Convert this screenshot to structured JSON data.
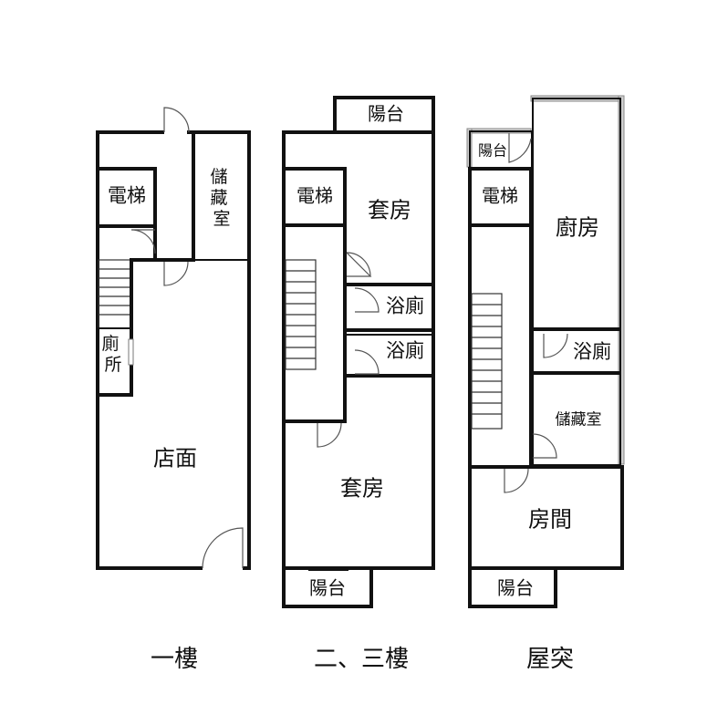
{
  "floors": [
    {
      "caption": "一樓",
      "rooms": {
        "elevator": "電梯",
        "storage": "儲藏室",
        "toilet": "廁所",
        "shop": "店面"
      }
    },
    {
      "caption": "二、三樓",
      "rooms": {
        "balcony_top": "陽台",
        "elevator": "電梯",
        "suite_top": "套房",
        "bath_1": "浴廁",
        "bath_2": "浴廁",
        "suite_bottom": "套房",
        "balcony_bottom": "陽台"
      }
    },
    {
      "caption": "屋突",
      "rooms": {
        "balcony_small": "陽台",
        "elevator": "電梯",
        "kitchen": "廚房",
        "bath": "浴廁",
        "storage": "儲藏室",
        "room": "房間",
        "balcony_bottom": "陽台"
      }
    }
  ]
}
